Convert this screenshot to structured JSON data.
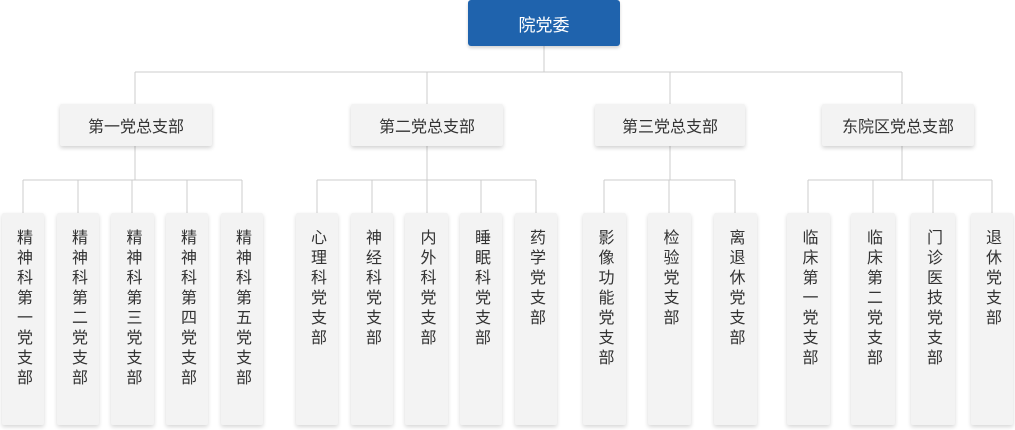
{
  "root": {
    "label": "院党委"
  },
  "branches": [
    {
      "label": "第一党总支部",
      "children": [
        "精神科第一党支部",
        "精神科第二党支部",
        "精神科第三党支部",
        "精神科第四党支部",
        "精神科第五党支部"
      ]
    },
    {
      "label": "第二党总支部",
      "children": [
        "心理科党支部",
        "神经科党支部",
        "内外科党支部",
        "睡眠科党支部",
        "药学党支部"
      ]
    },
    {
      "label": "第三党总支部",
      "children": [
        "影像功能党支部",
        "检验党支部",
        "离退休党支部"
      ]
    },
    {
      "label": "东院区党总支部",
      "children": [
        "临床第一党支部",
        "临床第二党支部",
        "门诊医技党支部",
        "退休党支部"
      ]
    }
  ],
  "colors": {
    "root_bg": "#1f63ad",
    "node_bg": "#f3f3f3",
    "line": "#cccccc"
  }
}
